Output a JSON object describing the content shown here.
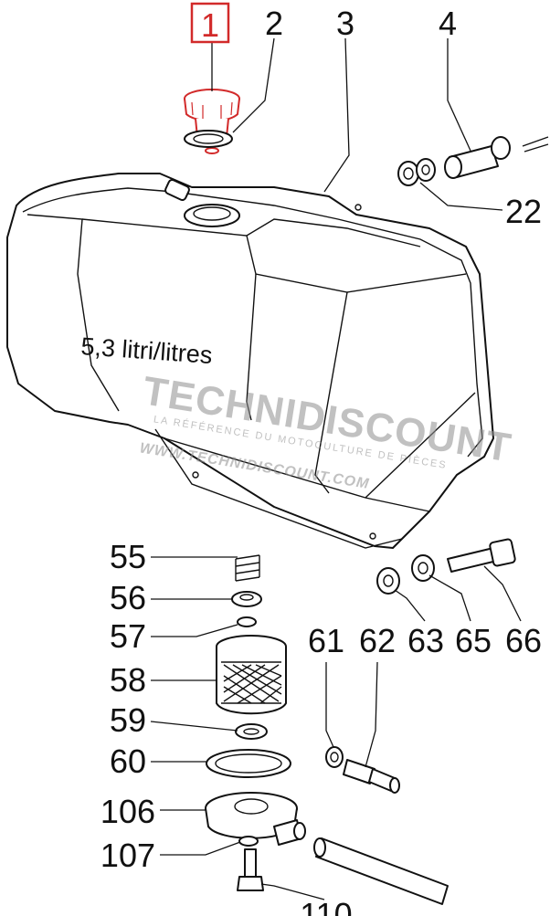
{
  "diagram": {
    "highlighted_part": "1",
    "colors": {
      "highlight": "#d22a2a",
      "line": "#111111",
      "watermark": "#8f8f8f"
    },
    "capacity_label": "5,3 litri/litres",
    "callouts": {
      "c1": "1",
      "c2": "2",
      "c3": "3",
      "c4": "4",
      "c22": "22",
      "c55": "55",
      "c56": "56",
      "c57": "57",
      "c58": "58",
      "c59": "59",
      "c60": "60",
      "c61": "61",
      "c62": "62",
      "c63": "63",
      "c65": "65",
      "c66": "66",
      "c106": "106",
      "c107": "107",
      "c110": "110"
    },
    "watermark": {
      "brand": "TECHNIDISCOUNT",
      "tagline": "LA RÉFÉRENCE DU MOTOCULTURE DE PIÈCES",
      "url": "WWW.TECHNIDISCOUNT.COM"
    }
  }
}
